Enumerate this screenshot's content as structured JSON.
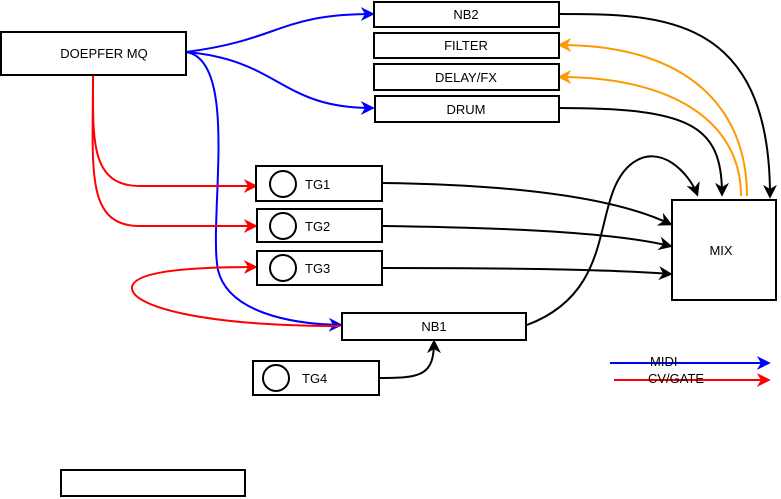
{
  "nodes": {
    "doepfer": "DOEPFER MQ",
    "nb2": "NB2",
    "filter": "FILTER",
    "delay": "DELAY/FX",
    "drum": "DRUM",
    "tg1": "TG1",
    "tg2": "TG2",
    "tg3": "TG3",
    "tg4": "TG4",
    "nb1": "NB1",
    "mix": "MIX"
  },
  "legend": {
    "midi_label": "MIDI",
    "cv_label": "CV/GATE"
  },
  "colors": {
    "midi": "#0000ff",
    "cv_gate": "#ff0000",
    "audio": "#000000",
    "fx": "#ff9900"
  }
}
